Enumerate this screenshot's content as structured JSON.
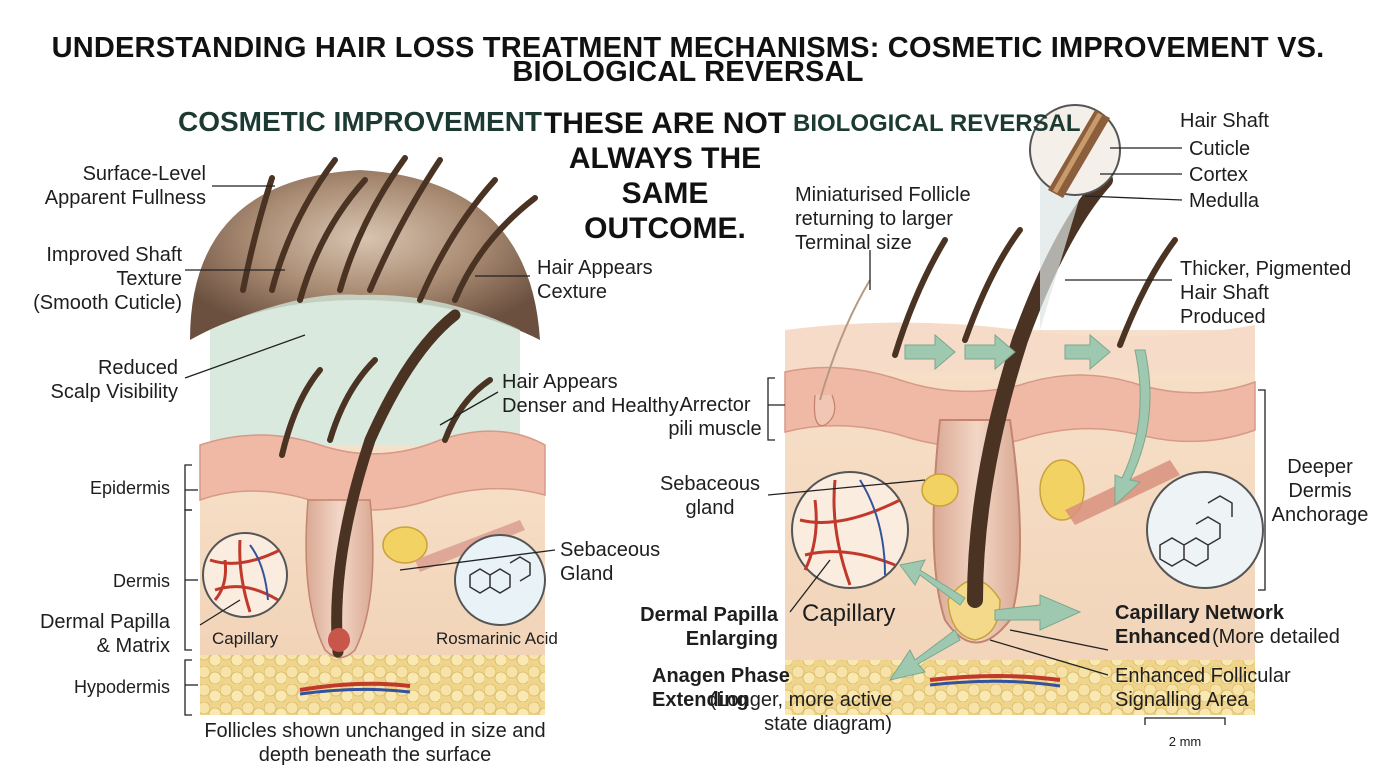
{
  "title": "UNDERSTANDING HAIR LOSS TREATMENT MECHANISMS: COSMETIC IMPROVEMENT VS. BIOLOGICAL REVERSAL",
  "middle_message": "THESE ARE NOT\nALWAYS THE\nSAME OUTCOME.",
  "left_panel": {
    "heading": "COSMETIC IMPROVEMENT",
    "labels": {
      "fullness": "Surface-Level\nApparent Fullness",
      "texture": "Improved Shaft\nTexture\n(Smooth Cuticle)",
      "cexture": "Hair Appears\nCexture",
      "scalp": "Reduced\nScalp Visibility",
      "denser": "Hair Appears\nDenser and Healthy",
      "epidermis": "Epidermis",
      "dermis": "Dermis",
      "papilla": "Dermal Papilla\n& Matrix",
      "hypodermis": "Hypodermis",
      "sebaceous": "Sebaceous\nGland",
      "capillary": "Capillary",
      "rosmarinic": "Rosmarinic Acid",
      "caption": "Follicles shown unchanged in size and\ndepth beneath the surface"
    }
  },
  "right_panel": {
    "heading": "BIOLOGICAL REVERSAL",
    "labels": {
      "hair_shaft": "Hair Shaft",
      "cuticle": "Cuticle",
      "cortex": "Cortex",
      "medulla": "Medulla",
      "miniaturised": "Miniaturised Follicle\nreturning to larger\nTerminal size",
      "thicker": "Thicker, Pigmented\nHair Shaft Produced",
      "arrector": "Arrector\npili muscle",
      "sebaceous": "Sebaceous\ngland",
      "deeper": "Deeper\nDermis\nAnchorage",
      "dp_enlarging": "Dermal Papilla\nEnlarging",
      "capillary": "Capillary",
      "cap_network_bold": "Capillary Network\nEnhanced",
      "cap_network_tail": "(More detailed",
      "anagen_bold": "Anagen Phase Extending",
      "anagen_rest": "(Longer, more active\nstate diagram)",
      "signalling": "Enhanced Follicular\nSignalling Area",
      "scale": "2 mm"
    }
  },
  "colors": {
    "hair": "#4a3322",
    "epidermis": "#f0b9a6",
    "dermis": "#f6dcc4",
    "hypodermis": "#f2d98f",
    "arrow": "#9fc8b0",
    "vessel_red": "#c0392b",
    "vessel_blue": "#34539c",
    "gland": "#f3d264"
  },
  "icons": [
    "capillary-inset-icon",
    "molecule-inset-icon",
    "hair-shaft-magnifier-icon",
    "growth-arrow-icon"
  ]
}
